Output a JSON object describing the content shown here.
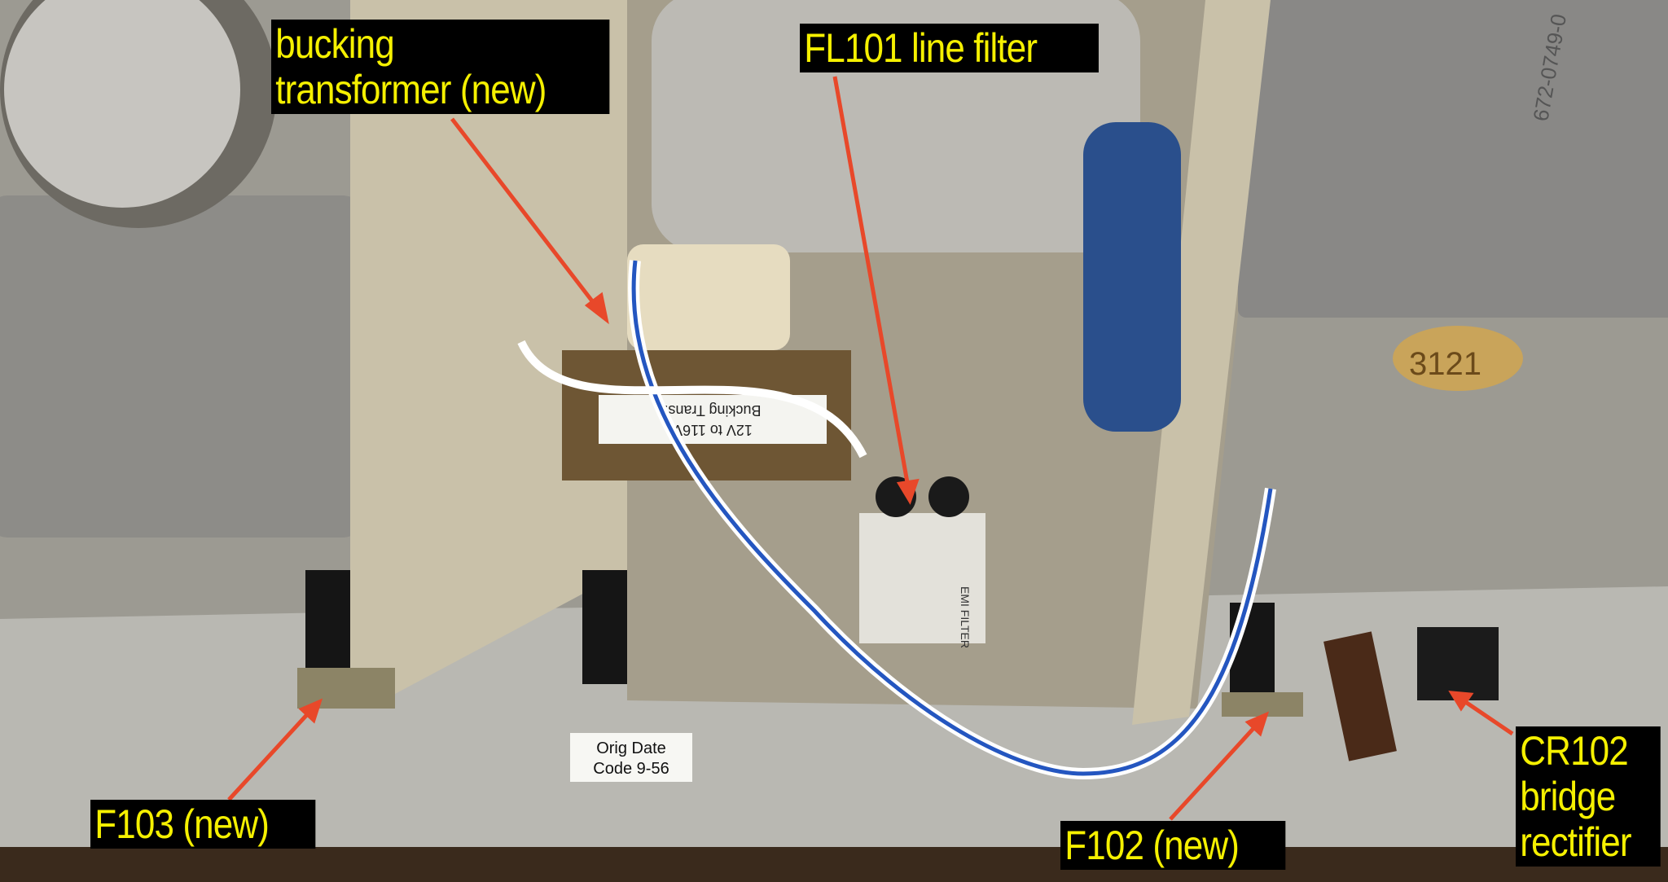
{
  "annotations": [
    {
      "id": "bucking",
      "text_line1": "bucking",
      "text_line2": "transformer (new)"
    },
    {
      "id": "fl101",
      "text": "FL101 line filter"
    },
    {
      "id": "f103",
      "text": "F103 (new)"
    },
    {
      "id": "f102",
      "text": "F102 (new)"
    },
    {
      "id": "cr102",
      "text_line1": "CR102",
      "text_line2": "bridge",
      "text_line3": "rectifier"
    }
  ],
  "photo_labels": {
    "transformer_sticker_line1": "12V to 116V",
    "transformer_sticker_line2": "Bucking Trans.",
    "date_tag_line1": "Orig Date",
    "date_tag_line2": "Code 9-56",
    "filter_label": "EMI FILTER",
    "box_marking": "672-0749-0",
    "plate_number": "3121"
  },
  "colors": {
    "label_bg": "#000000",
    "label_text": "#f5f000",
    "arrow": "#e8482a"
  }
}
